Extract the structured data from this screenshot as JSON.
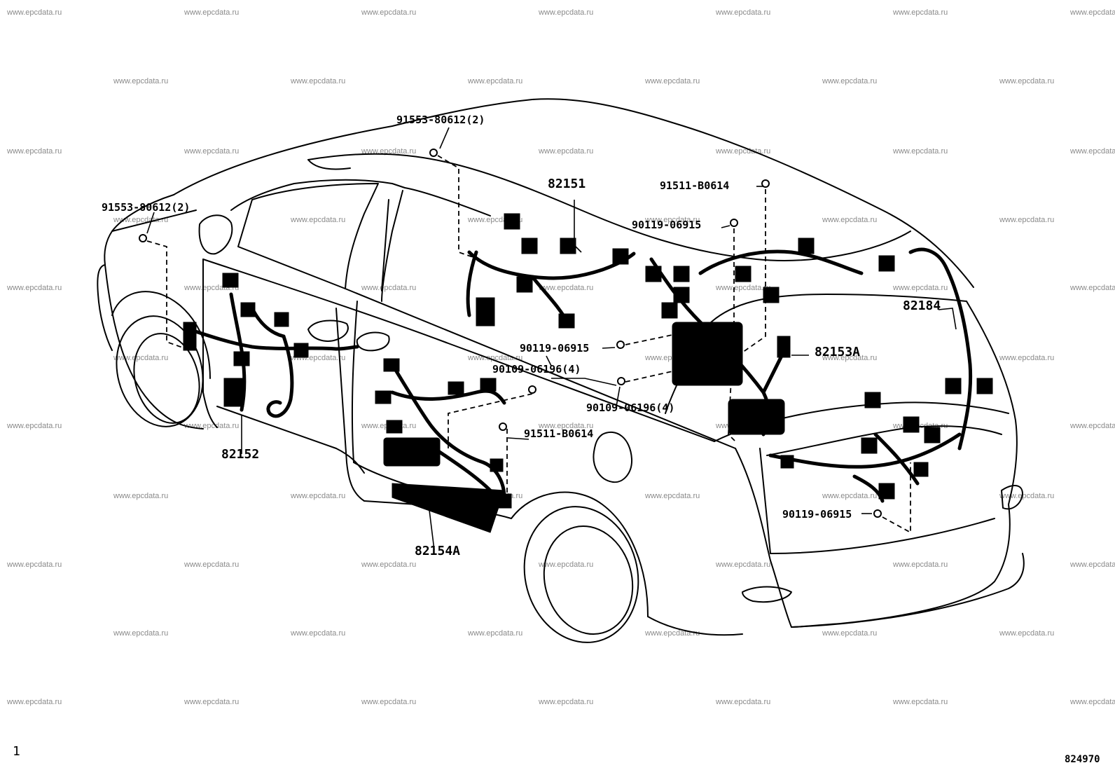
{
  "watermark": "www.epcdata.ru",
  "labels": {
    "p91553_top": "91553-80612(2)",
    "p91553_left": "91553-80612(2)",
    "p82151": "82151",
    "p91511_top": "91511-B0614",
    "p90119_a": "90119-06915",
    "p82184": "82184",
    "p90119_b": "90119-06915",
    "p82153a": "82153A",
    "p90109_a": "90109-06196(4)",
    "p90109_b": "90109-06196(4)",
    "p91511_low": "91511-B0614",
    "p82152": "82152",
    "p82154a": "82154A",
    "p90119_c": "90119-06915"
  },
  "footer": {
    "page_mark": "1",
    "figure_number": "824970"
  }
}
